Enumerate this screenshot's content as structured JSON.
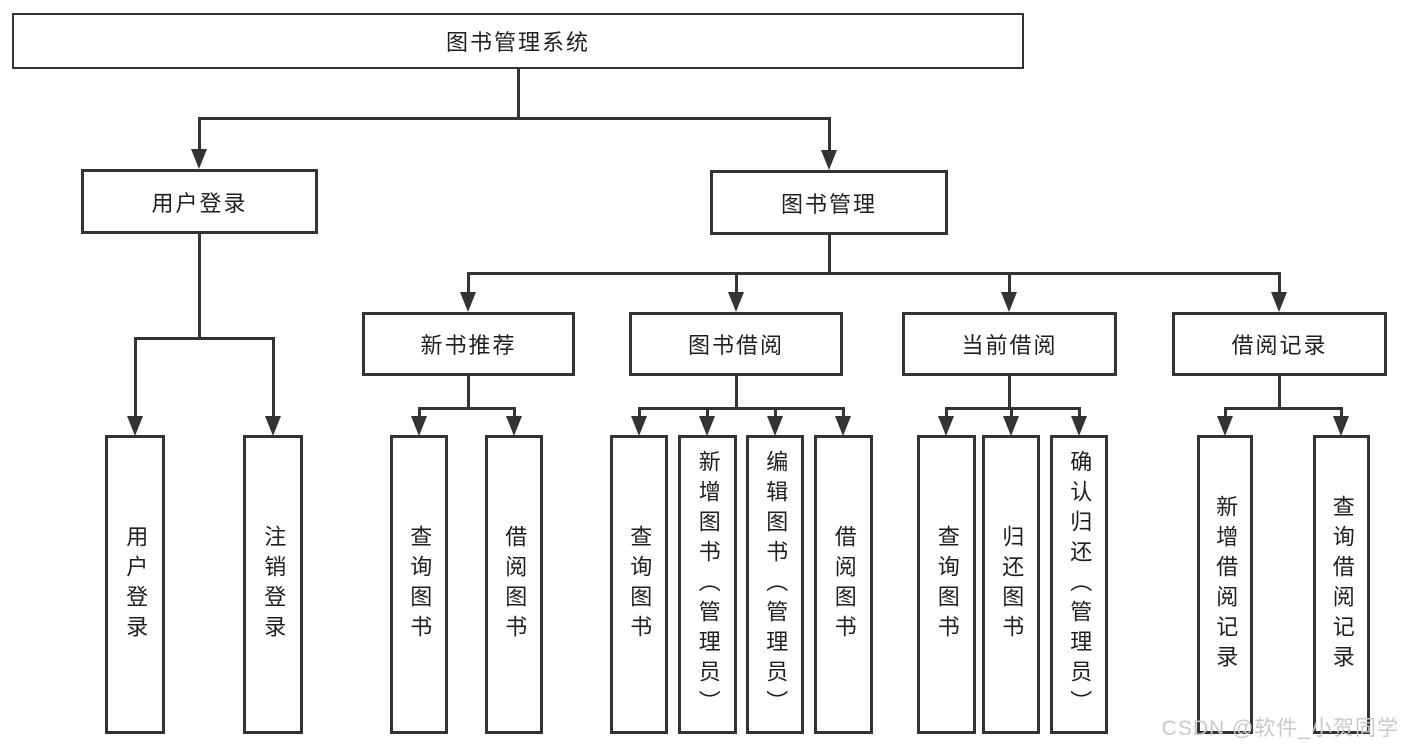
{
  "diagram": {
    "title": "图书管理系统",
    "branches": [
      {
        "label": "用户登录",
        "children": [
          "用户登录",
          "注销登录"
        ]
      },
      {
        "label": "图书管理",
        "children": [
          {
            "label": "新书推荐",
            "children": [
              "查询图书",
              "借阅图书"
            ]
          },
          {
            "label": "图书借阅",
            "children": [
              "查询图书",
              "新增图书（管理员）",
              "编辑图书（管理员）",
              "借阅图书"
            ]
          },
          {
            "label": "当前借阅",
            "children": [
              "查询图书",
              "归还图书",
              "确认归还（管理员）"
            ]
          },
          {
            "label": "借阅记录",
            "children": [
              "新增借阅记录",
              "查询借阅记录"
            ]
          }
        ]
      }
    ]
  },
  "watermark": {
    "text": "CSDN @软件_小贺同学"
  },
  "colors": {
    "line": "#333333",
    "text": "#1f1f1f",
    "background": "#ffffff",
    "watermark": "#c9c9c9"
  }
}
